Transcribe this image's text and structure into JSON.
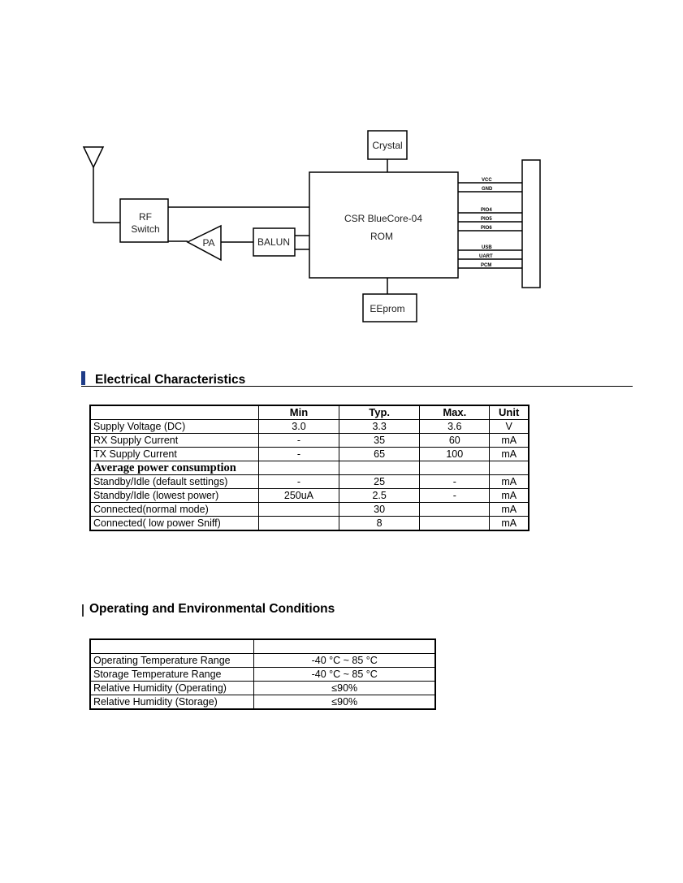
{
  "diagram": {
    "blocks": {
      "crystal": "Crystal",
      "core_line1": "CSR BlueCore-04",
      "core_line2": "ROM",
      "eeprom": "EEprom",
      "rf_line1": "RF",
      "rf_line2": "Switch",
      "pa": "PA",
      "balun": "BALUN"
    },
    "pins": [
      "VCC",
      "GND",
      "PIO4",
      "PIO5",
      "PIO6",
      "USB",
      "UART",
      "PCM"
    ]
  },
  "electrical": {
    "title": "Electrical Characteristics",
    "headers": [
      "",
      "Min",
      "Typ.",
      "Max.",
      "Unit"
    ],
    "rows": [
      [
        "Supply Voltage (DC)",
        "3.0",
        "3.3",
        "3.6",
        "V"
      ],
      [
        "RX Supply Current",
        "-",
        "35",
        "60",
        "mA"
      ],
      [
        "TX Supply Current",
        "-",
        "65",
        "100",
        "mA"
      ],
      [
        "Average power consumption",
        "",
        "",
        "",
        ""
      ],
      [
        "Standby/Idle (default settings)",
        "-",
        "25",
        "-",
        "mA"
      ],
      [
        "Standby/Idle (lowest power)",
        "250uA",
        "2.5",
        "-",
        "mA"
      ],
      [
        "Connected(normal mode)",
        "",
        "30",
        "",
        "mA"
      ],
      [
        "Connected( low power Sniff)",
        "",
        "8",
        "",
        "mA"
      ]
    ]
  },
  "environmental": {
    "title": "Operating and Environmental Conditions",
    "rows": [
      [
        "Operating Temperature Range",
        "-40 °C ~ 85 °C"
      ],
      [
        "Storage Temperature Range",
        "-40 °C ~ 85 °C"
      ],
      [
        "Relative Humidity (Operating)",
        "≤90%"
      ],
      [
        "Relative Humidity (Storage)",
        "≤90%"
      ]
    ]
  }
}
